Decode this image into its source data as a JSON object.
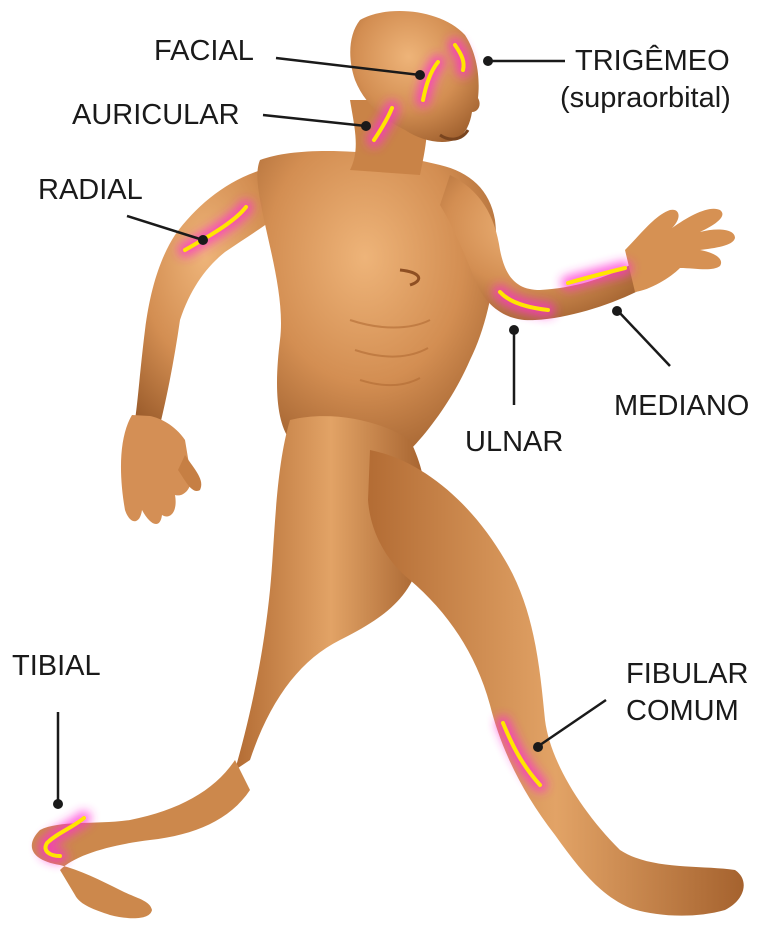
{
  "labels": {
    "facial": "FACIAL",
    "trigemeo": "TRIGÊMEO",
    "trigemeo_sub": "(supraorbital)",
    "auricular": "AURICULAR",
    "radial": "RADIAL",
    "ulnar": "ULNAR",
    "mediano": "MEDIANO",
    "tibial": "TIBIAL",
    "fibular_line1": "FIBULAR",
    "fibular_line2": "COMUM"
  },
  "colors": {
    "background": "#ffffff",
    "skin_light": "#e9ab6e",
    "skin_mid": "#c98347",
    "skin_dark": "#8f5528",
    "nerve": "#ffe600",
    "nerve_glow": "#ff2fd2",
    "leader_line": "#1a1a1a",
    "text": "#1a1a1a"
  }
}
